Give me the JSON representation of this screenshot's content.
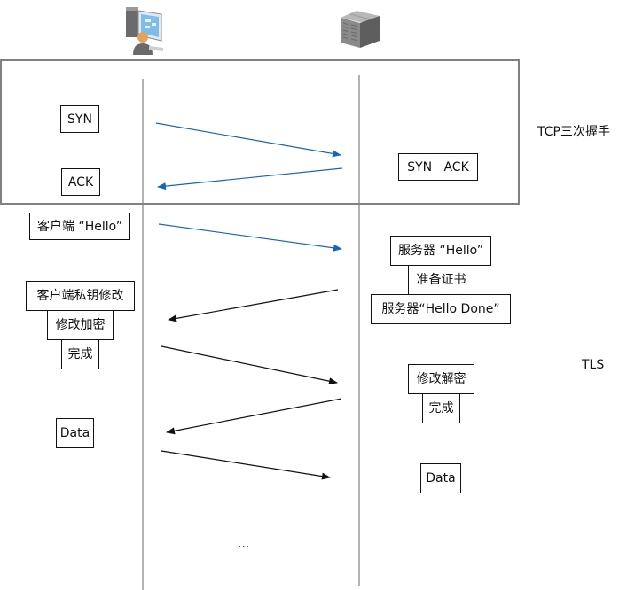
{
  "participants": {
    "client": {
      "icon": "client-computer-user-icon"
    },
    "server": {
      "icon": "server-rack-icon"
    }
  },
  "sections": {
    "tcp": "TCP三次握手",
    "tls": "TLS"
  },
  "client_boxes": {
    "syn": "SYN",
    "ack": "ACK",
    "client_hello": "客户端 “Hello”",
    "client_key_change": "客户端私钥修改",
    "change_cipher": "修改加密",
    "finished": "完成",
    "data": "Data"
  },
  "server_boxes": {
    "syn_ack": "SYN   ACK",
    "server_hello": "服务器 “Hello”",
    "certificate": "准备证书",
    "server_hello_done": "服务器“Hello Done”",
    "change_cipher_decrypt": "修改解密",
    "finished": "完成",
    "data": "Data"
  },
  "ellipsis": "...",
  "colors": {
    "tcp_arrow": "#1565c0",
    "tls_arrow": "#111111",
    "lifeline": "#999999",
    "frame": "#808080"
  },
  "messages": [
    {
      "from": "client",
      "to": "server",
      "phase": "tcp"
    },
    {
      "from": "server",
      "to": "client",
      "phase": "tcp"
    },
    {
      "from": "client",
      "to": "server",
      "phase": "tcp"
    },
    {
      "from": "server",
      "to": "client",
      "phase": "tls"
    },
    {
      "from": "client",
      "to": "server",
      "phase": "tls"
    },
    {
      "from": "server",
      "to": "client",
      "phase": "tls"
    },
    {
      "from": "client",
      "to": "server",
      "phase": "tls"
    }
  ]
}
